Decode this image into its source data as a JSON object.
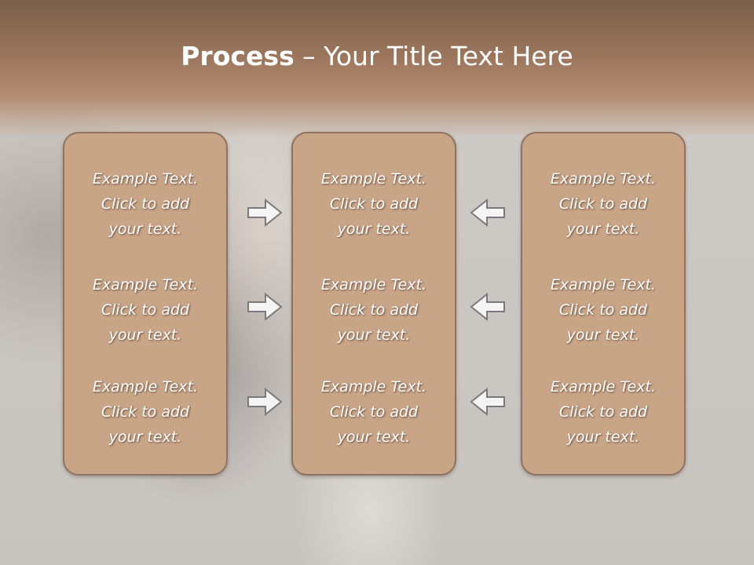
{
  "title": {
    "bold": "Process",
    "rest": " – Your Title Text Here"
  },
  "columns": [
    {
      "items": [
        "Example Text.\nClick  to add\nyour text.",
        "Example Text.\nClick  to add\nyour text.",
        "Example Text.\nClick  to add\nyour text."
      ]
    },
    {
      "items": [
        "Example Text.\nClick  to add\nyour text.",
        "Example Text.\nClick  to add\nyour text.",
        "Example Text.\nClick  to add\nyour text."
      ]
    },
    {
      "items": [
        "Example Text.\nClick  to add\nyour text.",
        "Example Text.\nClick  to add\nyour text.",
        "Example Text.\nClick  to add\nyour text."
      ]
    }
  ],
  "arrows": {
    "left_column": "right-arrow-icon",
    "right_column": "left-arrow-icon"
  },
  "colors": {
    "box_fill": "#c9a588",
    "box_border": "#8f7260",
    "title_band": "#9a755c",
    "arrow_fill": "#f4f4f4",
    "arrow_stroke": "#7a7a7a"
  }
}
